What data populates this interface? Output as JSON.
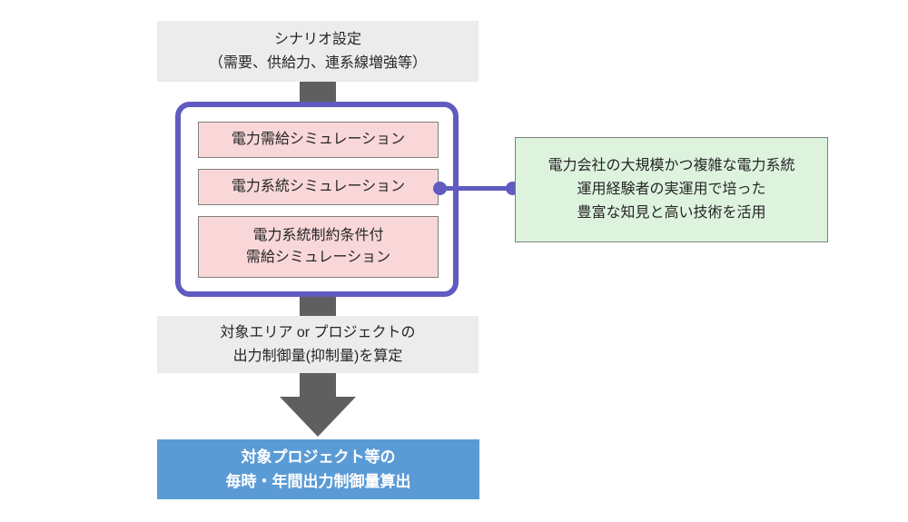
{
  "diagram": {
    "scenario_box": {
      "line1": "シナリオ設定",
      "line2": "（需要、供給力、連系線増強等）"
    },
    "simulation_group": {
      "box1": {
        "line1": "電力需給シミュレーション"
      },
      "box2": {
        "line1": "電力系統シミュレーション"
      },
      "box3": {
        "line1": "電力系統制約条件付",
        "line2": "需給シミュレーション"
      }
    },
    "note_box": {
      "line1": "電力会社の大規模かつ複雑な電力系統",
      "line2": "運用経験者の実運用で培った",
      "line3": "豊富な知見と高い技術を活用"
    },
    "calc_box": {
      "line1": "対象エリア or プロジェクトの",
      "line2": "出力制御量(抑制量)を算定"
    },
    "result_box": {
      "line1": "対象プロジェクト等の",
      "line2": "毎時・年間出力制御量算出"
    },
    "colors": {
      "step_box_gray": "#ececec",
      "arrow_gray": "#5f5f5f",
      "group_border_purple": "#5f5bc0",
      "sim_box_pink": "#f9d7d9",
      "sim_box_border_gray": "#7f7f7f",
      "note_green": "#ddf3de",
      "note_border_gray": "#7f7f7f",
      "result_blue": "#5b9bd5",
      "text_dark": "#262626",
      "text_white": "#ffffff"
    }
  }
}
